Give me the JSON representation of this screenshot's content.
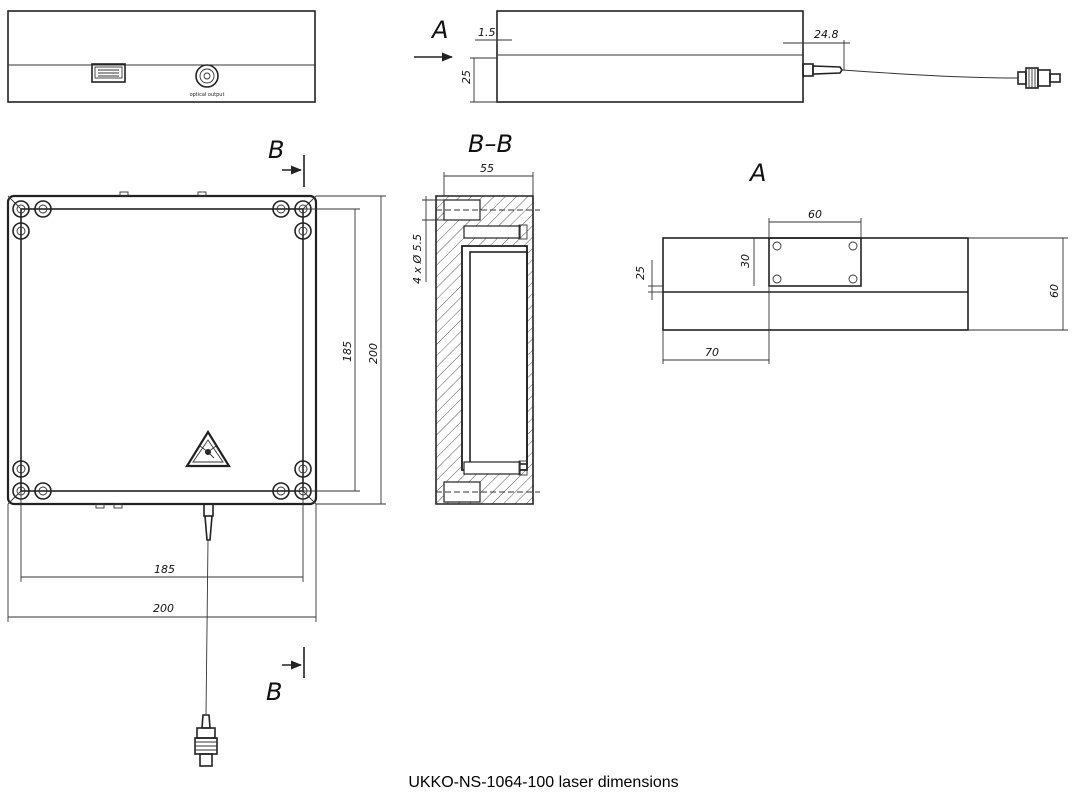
{
  "caption": "UKKO-NS-1064-100 laser dimensions",
  "view_labels": {
    "view_a_arrow": "A",
    "section_top": "B",
    "section_bottom": "B",
    "section_view": "B–B",
    "view_a": "A"
  },
  "port_label": "optical output",
  "dimensions": {
    "side_gap": "1.5",
    "side_height": "25",
    "side_ferrule": "24.8",
    "section_depth": "55",
    "section_holes": "4 x Ø 5.5",
    "top_inner_height": "185",
    "top_outer_height": "200",
    "top_inner_width": "185",
    "top_outer_width": "200",
    "a_plate_width": "60",
    "a_plate_height": "30",
    "a_plate_offset": "25",
    "a_height": "60",
    "a_left_offset": "70"
  }
}
